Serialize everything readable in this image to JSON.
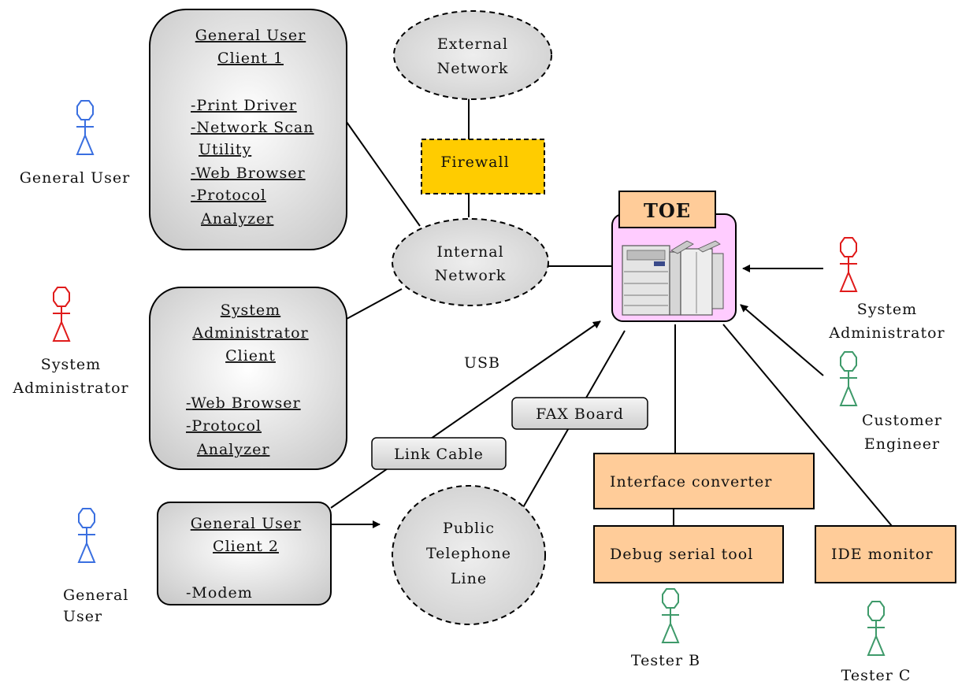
{
  "colors": {
    "general_user": "#3a6fe0",
    "system_administrator": "#e01b1b",
    "customer_engineer": "#3e9a6a",
    "tester": "#3e9a6a",
    "firewall_fill": "#ffcc00",
    "toe_fill": "#ffccff",
    "toe_label_fill": "#ffcc99",
    "tool_fill": "#ffcc99",
    "cloud_fill": "#dcdcdc",
    "client_fill": "#dddddd"
  },
  "actors": {
    "general_user_top": "General User",
    "system_admin_left_1": "System",
    "system_admin_left_2": "Administrator",
    "general_user_bottom_1": "General",
    "general_user_bottom_2": "User",
    "system_admin_right_1": "System",
    "system_admin_right_2": "Administrator",
    "customer_engineer_1": "Customer",
    "customer_engineer_2": "Engineer",
    "tester_b": "Tester B",
    "tester_c": "Tester C"
  },
  "clients": {
    "client1": {
      "title1": "General User",
      "title2": "Client 1",
      "items": [
        "-Print Driver",
        "-Network Scan",
        "Utility",
        "-Web Browser",
        "-Protocol",
        "Analyzer"
      ]
    },
    "admin_client": {
      "title1": "System",
      "title2": "Administrator",
      "title3": "Client",
      "items": [
        "-Web Browser",
        "-Protocol",
        "Analyzer"
      ]
    },
    "client2": {
      "title1": "General User",
      "title2": "Client 2",
      "item": "-Modem"
    }
  },
  "networks": {
    "external_1": "External",
    "external_2": "Network",
    "internal_1": "Internal",
    "internal_2": "Network",
    "phone_1": "Public",
    "phone_2": "Telephone",
    "phone_3": "Line"
  },
  "components": {
    "firewall": "Firewall",
    "toe": "TOE",
    "usb": "USB",
    "fax_board": "FAX Board",
    "link_cable": "Link Cable",
    "interface_converter": "Interface converter",
    "debug_serial_tool": "Debug serial tool",
    "ide_monitor": "IDE monitor"
  }
}
